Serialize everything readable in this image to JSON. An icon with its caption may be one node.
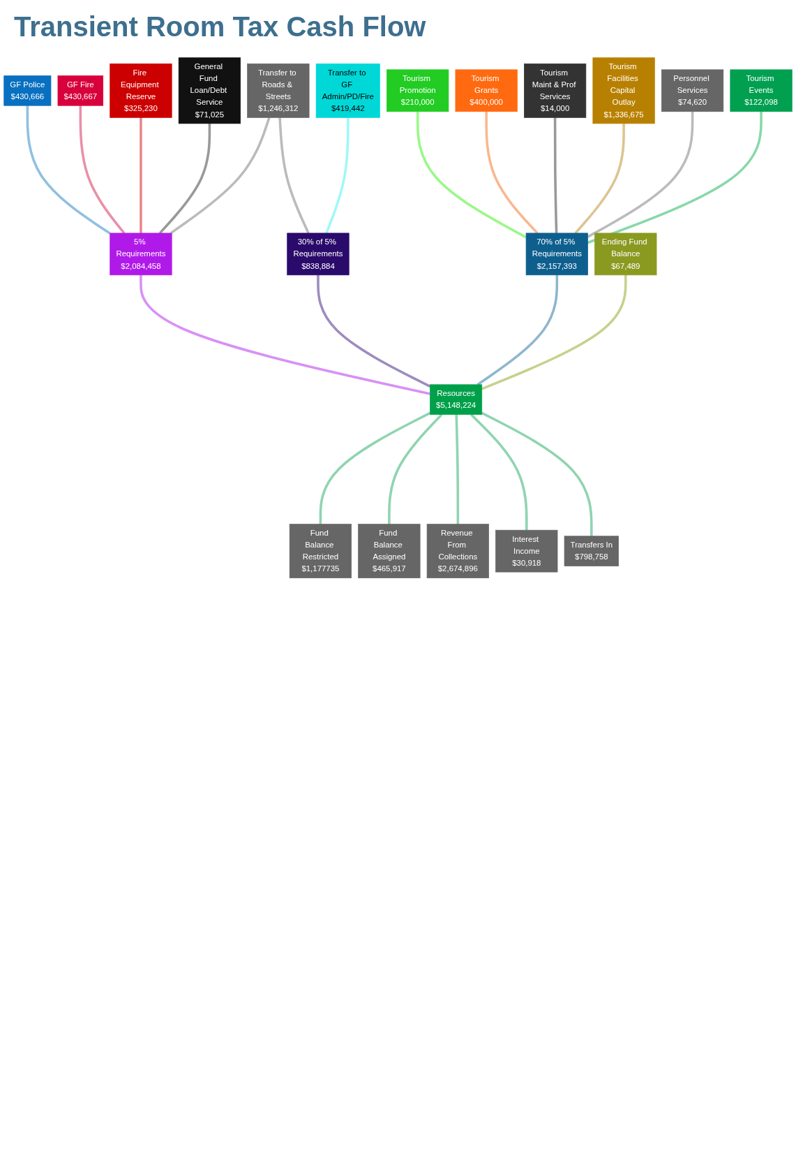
{
  "diagram": {
    "title": "Transient Room Tax Cash Flow",
    "nodes": [
      {
        "text": [
          "Fund Balance Restricted",
          "$1,177735"
        ]
      },
      {
        "text": [
          "Fund Balance Assigned",
          "$465,917"
        ]
      },
      {
        "text": [
          "Revenue From Collections",
          "$2,674,896"
        ]
      },
      {
        "text": [
          "Interest Income",
          "$30,918"
        ]
      },
      {
        "text": [
          "Transfers In",
          "$798,758"
        ]
      },
      {
        "text": [
          "Resources",
          "$5,148,224"
        ]
      },
      {
        "text": [
          "5% Requirements",
          "$2,084,458"
        ]
      },
      {
        "text": [
          "30% of 5% Requirements",
          "$838,884"
        ]
      },
      {
        "text": [
          "70% of 5% Requirements",
          "$2,157,393"
        ]
      },
      {
        "text": [
          "Ending Fund Balance",
          "$67,489"
        ]
      },
      {
        "text": [
          "GF Police",
          "$430,666"
        ]
      },
      {
        "text": [
          "GF Fire",
          "$430,667"
        ]
      },
      {
        "text": [
          "Fire Equipment Reserve",
          "$325,230"
        ]
      },
      {
        "text": [
          "General Fund Loan/Debt Service",
          "$71,025"
        ]
      },
      {
        "text": [
          "Transfer to Roads & Streets",
          "$1,246,312"
        ]
      },
      {
        "text": [
          "Transfer to GF Admin/PD/Fire",
          "$419,442"
        ]
      },
      {
        "text": [
          "Tourism Promotion",
          "$210,000"
        ]
      },
      {
        "text": [
          "Tourism Grants",
          "$400,000"
        ]
      },
      {
        "text": [
          "Tourism Maint & Prof Services",
          "$14,000"
        ]
      },
      {
        "text": [
          "Tourism Facilities Capital Outlay",
          "$1,336,675"
        ]
      },
      {
        "text": [
          "Personnel Services",
          "$74,620"
        ]
      },
      {
        "text": [
          "Tourism Events",
          "$122,098"
        ]
      }
    ],
    "edges": [
      {
        "from": 0,
        "to": 5,
        "arrow": "none",
        "color": "#8fd4b0"
      },
      {
        "from": 1,
        "to": 5,
        "arrow": "none",
        "color": "#8fd4b0"
      },
      {
        "from": 2,
        "to": 5,
        "arrow": "none",
        "color": "#8fd4b0"
      },
      {
        "from": 3,
        "to": 5,
        "arrow": "none",
        "color": "#8fd4b0"
      },
      {
        "from": 4,
        "to": 5,
        "arrow": "none",
        "color": "#8fd4b0"
      },
      {
        "from": 5,
        "to": 6,
        "arrow": "none",
        "color": "#d890f5"
      },
      {
        "from": 5,
        "to": 7,
        "arrow": "none",
        "color": "#9d8cbf"
      },
      {
        "from": 5,
        "to": 8,
        "arrow": "none",
        "color": "#8fb6cc"
      },
      {
        "from": 5,
        "to": 9,
        "arrow": "none",
        "color": "#c8d08c"
      },
      {
        "from": 6,
        "to": 10,
        "arrow": "none",
        "color": "#90c0e0"
      },
      {
        "from": 6,
        "to": 11,
        "arrow": "none",
        "color": "#e890a8"
      },
      {
        "from": 6,
        "to": 12,
        "arrow": "none",
        "color": "#e88888"
      },
      {
        "from": 6,
        "to": 13,
        "arrow": "none",
        "color": "#999999"
      },
      {
        "from": 6,
        "to": 14,
        "arrow": "none",
        "color": "#bbbbbb"
      },
      {
        "from": 7,
        "to": 14,
        "arrow": "none",
        "color": "#bbbbbb"
      },
      {
        "from": 7,
        "to": 15,
        "arrow": "none",
        "color": "#a0f8f8"
      },
      {
        "from": 8,
        "to": 16,
        "arrow": "none",
        "color": "#99f888"
      },
      {
        "from": 8,
        "to": 17,
        "arrow": "none",
        "color": "#f8b890"
      },
      {
        "from": 8,
        "to": 18,
        "arrow": "none",
        "color": "#999999"
      },
      {
        "from": 8,
        "to": 19,
        "arrow": "none",
        "color": "#dcc490"
      },
      {
        "from": 8,
        "to": 20,
        "arrow": "none",
        "color": "#bbbbbb"
      },
      {
        "from": 8,
        "to": 21,
        "arrow": "none",
        "color": "#88d8a8"
      }
    ]
  }
}
